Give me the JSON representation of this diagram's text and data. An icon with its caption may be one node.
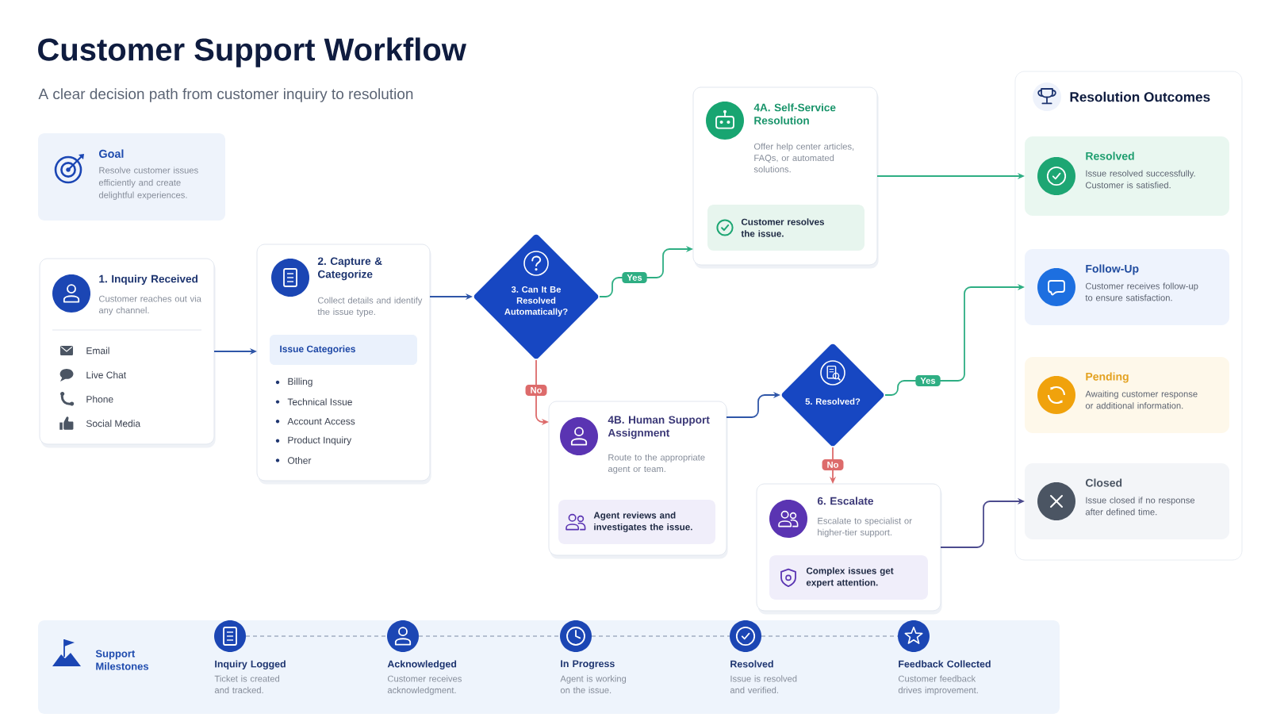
{
  "diagram": {
    "title": "Customer Support Workflow",
    "nodes": [
      {
        "text": [
          "Goal",
          "Resolve customer issues efficiently and create delightful experiences."
        ]
      },
      {
        "text": [
          "1. Inquiry Received",
          "Customer reaches out via any channel.",
          "Email",
          "Live Chat",
          "Phone",
          "Social Media"
        ]
      },
      {
        "text": [
          "2. Capture & Categorize",
          "Collect details and identify the issue type.",
          "Billing",
          "Technical Issue",
          "Account Access",
          "Product Inquiry",
          "Other"
        ]
      },
      {
        "text": [
          "Issue Categories"
        ],
        "in": 2
      },
      {
        "text": [
          "3. Can It Be Resolved Automatically?"
        ]
      },
      {
        "text": [
          "4A. Self-Service Resolution",
          "Offer help center articles, FAQs, or automated solutions."
        ]
      },
      {
        "text": [
          "Customer resolves the issue."
        ],
        "in": 5
      },
      {
        "text": [
          "4B. Human Support Assignment",
          "Route to the appropriate agent or team."
        ]
      },
      {
        "text": [
          "Agent reviews and investigates the issue."
        ],
        "in": 7
      },
      {
        "text": [
          "5. Resolved?"
        ]
      },
      {
        "text": [
          "6. Escalate",
          "Escalate to specialist or higher-tier support."
        ]
      },
      {
        "text": [
          "Complex issues get expert attention."
        ],
        "in": 10
      },
      {
        "text": [
          "Resolution Outcomes"
        ]
      },
      {
        "text": [
          "Resolved",
          "Issue resolved successfully. Customer is satisfied."
        ],
        "in": 12
      },
      {
        "text": [
          "Follow-Up",
          "Customer receives follow-up to ensure satisfaction."
        ],
        "in": 12
      },
      {
        "text": [
          "Pending",
          "Awaiting customer response or additional information."
        ],
        "in": 12
      },
      {
        "text": [
          "Closed",
          "Issue closed if no response after defined time."
        ],
        "in": 12
      },
      {
        "text": [
          "Support Milestones"
        ]
      },
      {
        "text": [],
        "shape": "circle",
        "in": 17,
        "beside": [
          "Inquiry Logged",
          "Ticket is created and tracked."
        ]
      },
      {
        "text": [],
        "shape": "circle",
        "in": 17,
        "beside": [
          "Acknowledged",
          "Customer receives acknowledgment."
        ]
      },
      {
        "text": [],
        "shape": "circle",
        "in": 17,
        "beside": [
          "In Progress",
          "Agent is working on the issue."
        ]
      },
      {
        "text": [],
        "shape": "circle",
        "in": 17,
        "beside": [
          "Resolved",
          "Issue is resolved and verified."
        ]
      },
      {
        "text": [],
        "shape": "circle",
        "in": 17,
        "beside": [
          "Feedback Collected",
          "Customer feedback drives improvement."
        ]
      }
    ],
    "edges": [
      {
        "from": 1,
        "to": 2,
        "arrow": "to",
        "color": "#2f56a8"
      },
      {
        "from": 2,
        "to": 4,
        "arrow": "to",
        "color": "#2f56a8"
      },
      {
        "from": 4,
        "to": 5,
        "arrow": "to",
        "label": "Yes",
        "color": "#2eae83"
      },
      {
        "from": 4,
        "to": 7,
        "arrow": "to",
        "label": "No",
        "color": "#dd6b6b"
      },
      {
        "from": 7,
        "to": 9,
        "arrow": "to",
        "color": "#2f56a8"
      },
      {
        "from": 5,
        "to": 13,
        "arrow": "to",
        "color": "#2eae83"
      },
      {
        "from": 9,
        "to": 14,
        "arrow": "to",
        "label": "Yes",
        "color": "#2eae83"
      },
      {
        "from": 9,
        "to": 10,
        "arrow": "to",
        "label": "No",
        "color": "#dd6b6b"
      },
      {
        "from": 10,
        "to": 16,
        "arrow": "to",
        "color": "#4c4b8e"
      },
      {
        "from": 18,
        "to": 19,
        "arrow": "none",
        "style": "dashed",
        "color": "#b4bfd0"
      },
      {
        "from": 19,
        "to": 20,
        "arrow": "none",
        "style": "dashed",
        "color": "#b4bfd0"
      },
      {
        "from": 20,
        "to": 21,
        "arrow": "none",
        "style": "dashed",
        "color": "#b4bfd0"
      },
      {
        "from": 21,
        "to": 22,
        "arrow": "none",
        "style": "dashed",
        "color": "#b4bfd0"
      }
    ],
    "labels": [
      "A clear decision path from customer inquiry to resolution"
    ]
  }
}
